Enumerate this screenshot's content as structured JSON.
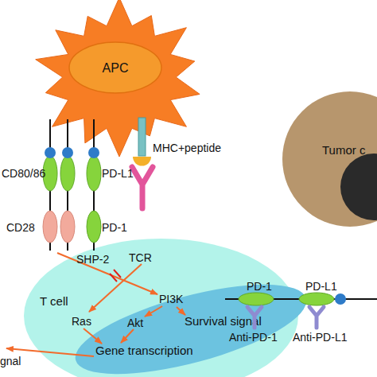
{
  "diagram": {
    "nodes": [
      {
        "text": [
          "APC"
        ]
      },
      {
        "text": [
          "T cell"
        ]
      },
      {
        "text": [
          "Survival signal",
          "Gene transcription"
        ],
        "in": 1
      },
      {
        "text": [
          "Tumor c"
        ]
      }
    ],
    "labels": [
      "CD80/86",
      "PD-L1",
      "MHC+peptide",
      "CD28",
      "PD-1",
      "SHP-2",
      "TCR",
      "Ras",
      "PI3K",
      "Akt",
      "PD-1",
      "PD-L1",
      "Anti-PD-1",
      "Anti-PD-L1",
      "gnal"
    ]
  }
}
